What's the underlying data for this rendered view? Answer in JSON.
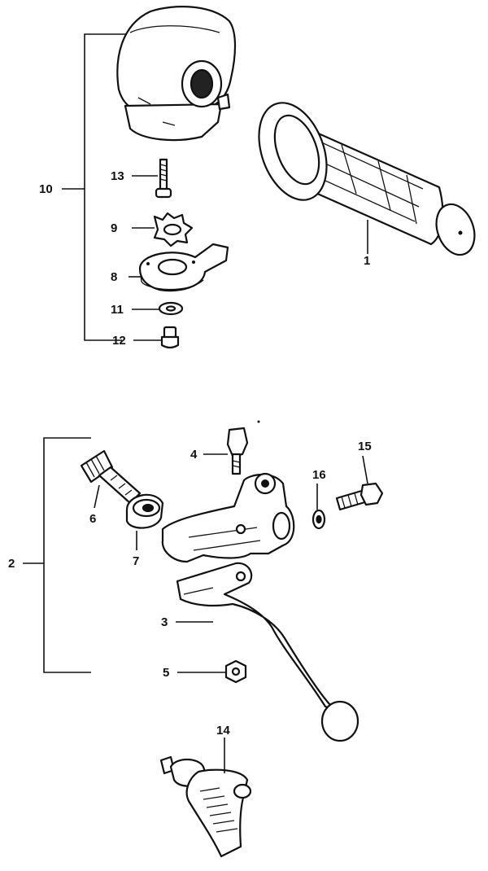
{
  "diagram": {
    "groups": [
      {
        "id": "switch-group",
        "label": "10"
      },
      {
        "id": "lever-group",
        "label": "2"
      }
    ],
    "callouts": [
      {
        "id": "grip",
        "label": "1"
      },
      {
        "id": "lever",
        "label": "3"
      },
      {
        "id": "pivot-bolt",
        "label": "4"
      },
      {
        "id": "nut",
        "label": "5"
      },
      {
        "id": "adjuster",
        "label": "6"
      },
      {
        "id": "lock-nut",
        "label": "7"
      },
      {
        "id": "holder-bolt",
        "label": "8"
      },
      {
        "id": "holder-washer",
        "label": "9"
      },
      {
        "id": "cam",
        "label": "11"
      },
      {
        "id": "star-washer",
        "label": "12"
      },
      {
        "id": "washer",
        "label": "13"
      },
      {
        "id": "screw",
        "label": "14"
      },
      {
        "id": "long-screw",
        "label": "15"
      },
      {
        "id": "switch",
        "label": "16"
      }
    ]
  }
}
